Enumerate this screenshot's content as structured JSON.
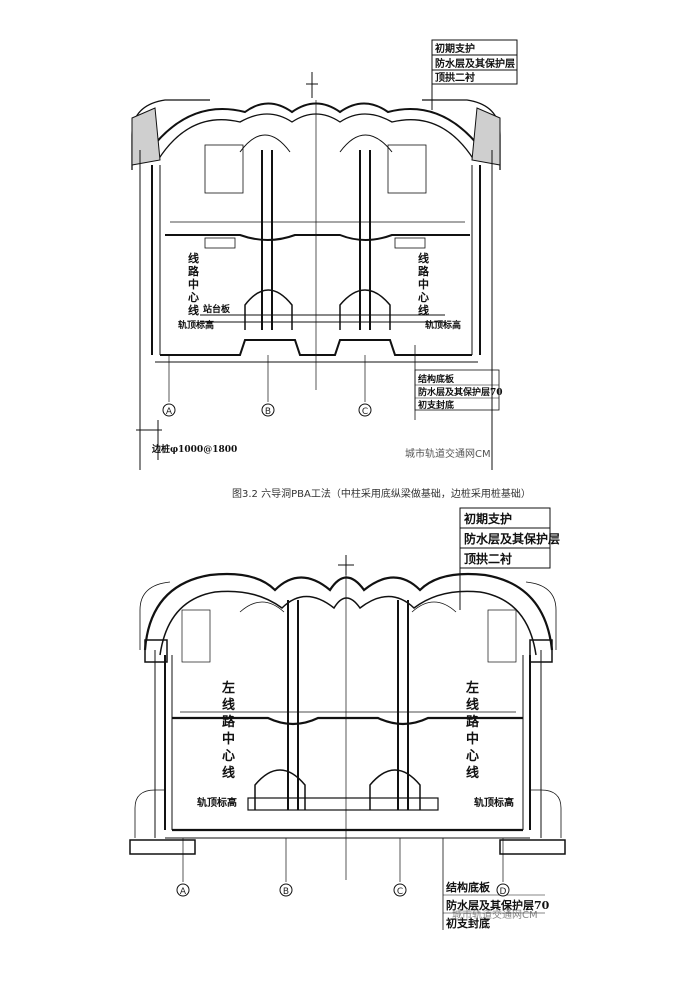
{
  "caption": "图3.2  六导洞PBA工法（中柱采用底纵梁做基础，边桩采用桩基础）",
  "watermark": "城市轨道交通网CM",
  "figure1": {
    "legend": [
      "初期支护",
      "防水层及其保护层",
      "顶拱二衬"
    ],
    "bottom_legend": [
      "结构底板",
      "防水层及其保护层70",
      "初支封底"
    ],
    "left_vertical": "线路中心线",
    "right_vertical": "线路中心线",
    "platform_label": "站台板",
    "rail_left": "轨顶标高",
    "rail_right": "轨顶标高",
    "pile_label": "边桩φ1000@1800",
    "axes": [
      "A",
      "B",
      "C"
    ]
  },
  "figure2": {
    "legend": [
      "初期支护",
      "防水层及其保护层",
      "顶拱二衬"
    ],
    "bottom_legend": [
      "结构底板",
      "防水层及其保护层70",
      "初支封底"
    ],
    "left_vertical": "左线路中心线",
    "right_vertical": "左线路中心线",
    "rail_left": "轨顶标高",
    "rail_right": "轨顶标高",
    "axes": [
      "A",
      "B",
      "C",
      "D"
    ]
  }
}
